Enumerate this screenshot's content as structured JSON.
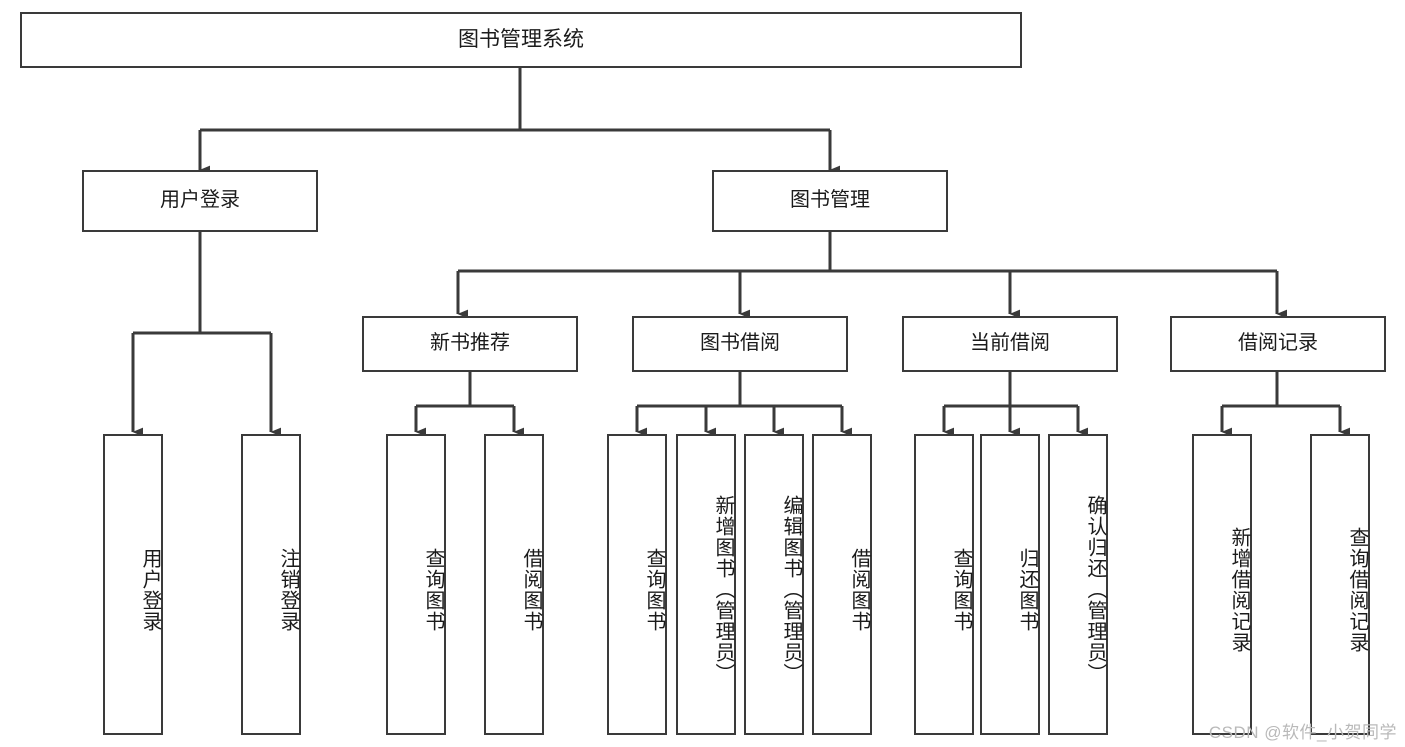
{
  "diagram": {
    "title": "图书管理系统",
    "type": "tree-hierarchy-chart",
    "watermark": "CSDN @软件_小贺同学",
    "colors": {
      "box_border": "#3a3a3a",
      "box_fill": "#ffffff",
      "connector": "#3a3a3a",
      "text": "#1b1b1b",
      "watermark": "#b9b9b9",
      "background": "#ffffff"
    },
    "nodes": {
      "root": {
        "label": "图书管理系统"
      },
      "level2": [
        {
          "id": "user-login",
          "label": "用户登录"
        },
        {
          "id": "book-management",
          "label": "图书管理"
        }
      ],
      "level3": [
        {
          "id": "new-book-recommend",
          "label": "新书推荐"
        },
        {
          "id": "book-borrow",
          "label": "图书借阅"
        },
        {
          "id": "current-borrow",
          "label": "当前借阅"
        },
        {
          "id": "borrow-record",
          "label": "借阅记录"
        }
      ],
      "leaves": {
        "user_login": [
          {
            "id": "leaf-user-login",
            "label": "用户登录"
          },
          {
            "id": "leaf-logout-login",
            "label": "注销登录"
          }
        ],
        "new_book_recommend": [
          {
            "id": "leaf-query-book-1",
            "label": "查询图书"
          },
          {
            "id": "leaf-borrow-book-1",
            "label": "借阅图书"
          }
        ],
        "book_borrow": [
          {
            "id": "leaf-query-book-2",
            "label": "查询图书"
          },
          {
            "id": "leaf-add-book-admin",
            "label": "新增图书（管理员）"
          },
          {
            "id": "leaf-edit-book-admin",
            "label": "编辑图书（管理员）"
          },
          {
            "id": "leaf-borrow-book-2",
            "label": "借阅图书"
          }
        ],
        "current_borrow": [
          {
            "id": "leaf-query-book-3",
            "label": "查询图书"
          },
          {
            "id": "leaf-return-book",
            "label": "归还图书"
          },
          {
            "id": "leaf-confirm-return-admin",
            "label": "确认归还（管理员）"
          }
        ],
        "borrow_record": [
          {
            "id": "leaf-add-borrow-record",
            "label": "新增借阅记录"
          },
          {
            "id": "leaf-query-borrow-record",
            "label": "查询借阅记录"
          }
        ]
      }
    }
  }
}
